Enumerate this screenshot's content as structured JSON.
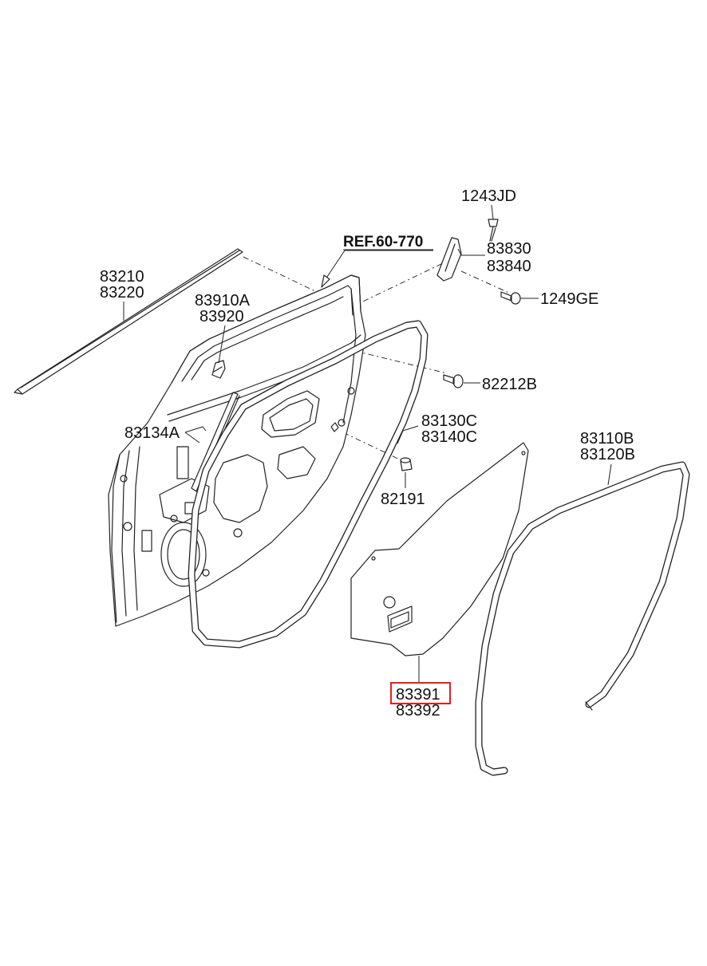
{
  "reference": "REF.60-770",
  "labels": {
    "p1243JD": "1243JD",
    "p83830": "83830",
    "p83840": "83840",
    "p1249GE": "1249GE",
    "p83210": "83210",
    "p83220": "83220",
    "p83910A": "83910A",
    "p83920": "83920",
    "p82212B": "82212B",
    "p83130C": "83130C",
    "p83140C": "83140C",
    "p83134A": "83134A",
    "p83110B": "83110B",
    "p83120B": "83120B",
    "p82191": "82191",
    "p83391": "83391",
    "p83392": "83392"
  },
  "highlight": {
    "part": "83391",
    "color": "#e02020"
  }
}
